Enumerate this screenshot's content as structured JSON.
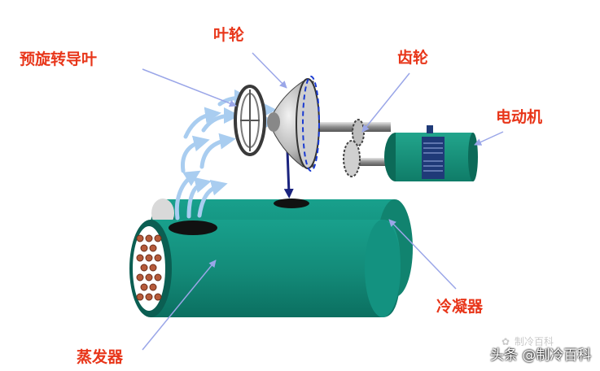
{
  "labels": {
    "inlet_guide_vane": "预旋转导叶",
    "impeller": "叶轮",
    "gear": "齿轮",
    "motor": "电动机",
    "condenser": "冷凝器",
    "evaporator": "蒸发器"
  },
  "watermark": {
    "text": "头条 @制冷百科",
    "logo_text": "制冷百科"
  },
  "colors": {
    "label": "#e8361a",
    "shell": "#1a9180",
    "shell_dark": "#0c6b5c",
    "motor": "#17967f",
    "flow_arrow": "#a9cdf0",
    "leader_line": "#9aa6e8"
  }
}
